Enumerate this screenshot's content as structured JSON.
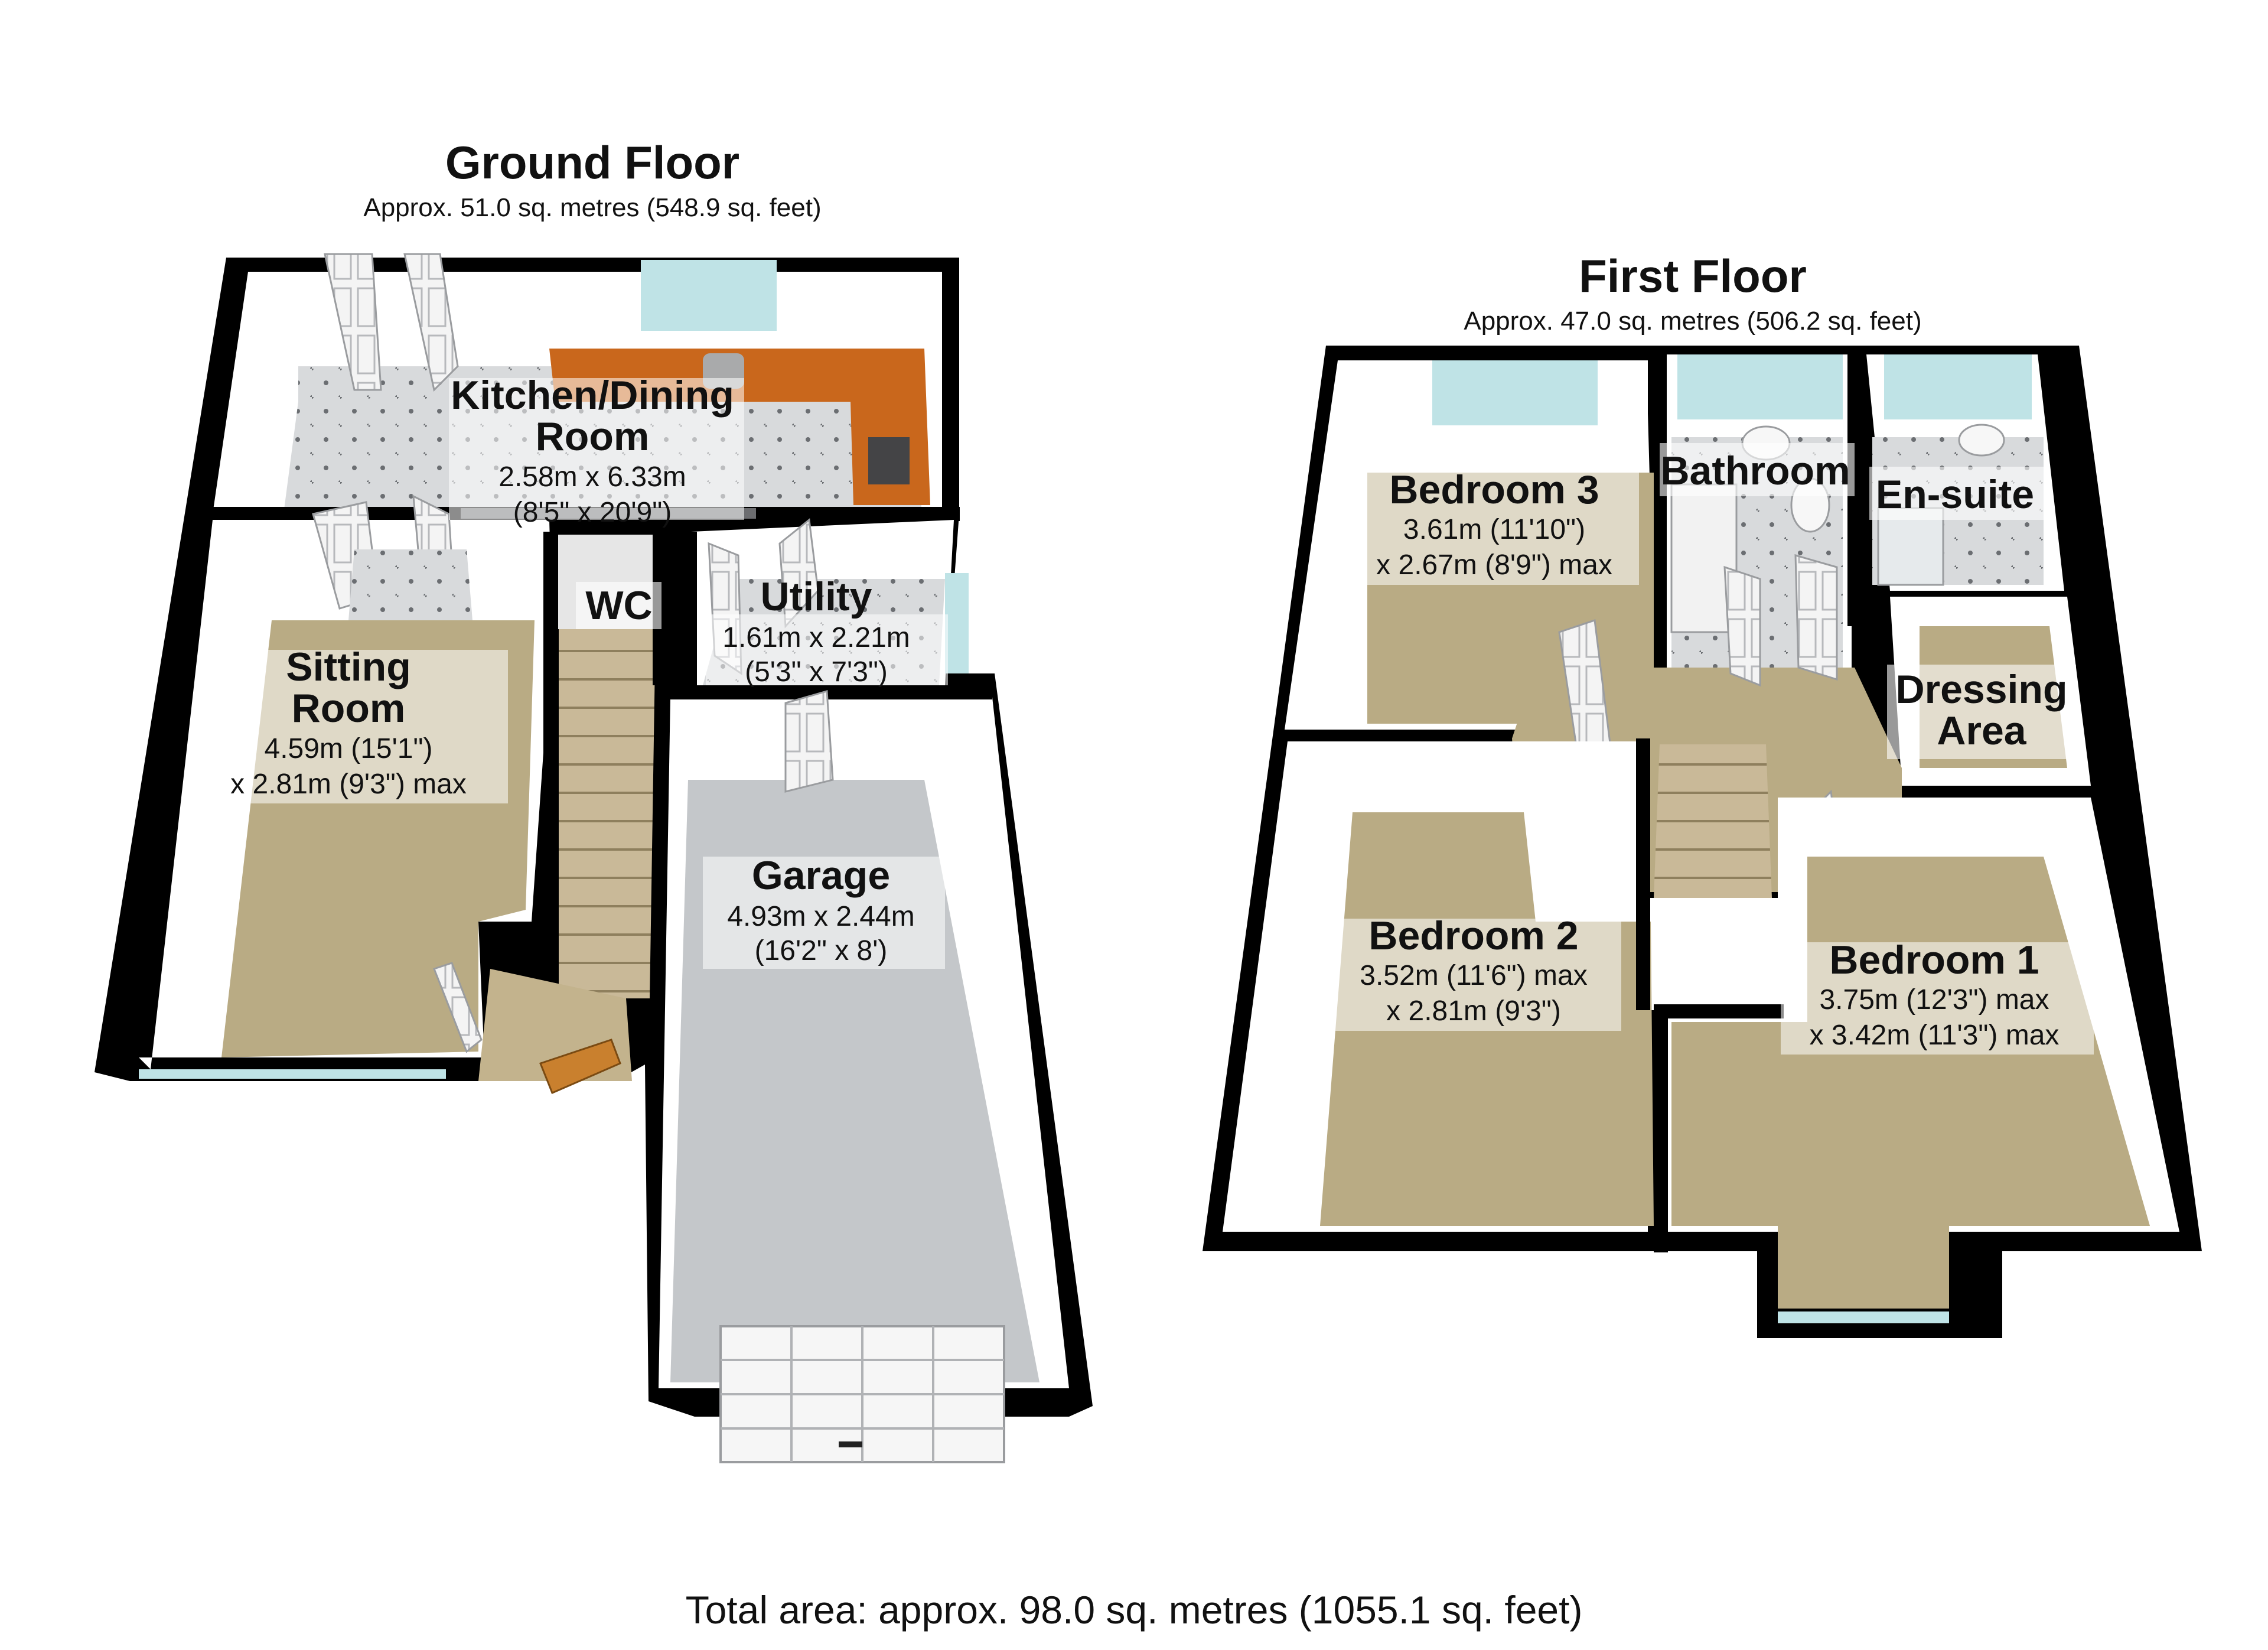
{
  "ground_floor": {
    "title": "Ground Floor",
    "area": "Approx. 51.0 sq. metres (548.9 sq. feet)",
    "rooms": {
      "kitchen": {
        "name1": "Kitchen/Dining",
        "name2": "Room",
        "dim1": "2.58m x 6.33m",
        "dim2": "(8'5\" x 20'9\")"
      },
      "sitting": {
        "name1": "Sitting",
        "name2": "Room",
        "dim1": "4.59m (15'1\")",
        "dim2": "x 2.81m (9'3\") max"
      },
      "wc": {
        "name": "WC"
      },
      "utility": {
        "name": "Utility",
        "dim1": "1.61m x 2.21m",
        "dim2": "(5'3\" x 7'3\")"
      },
      "garage": {
        "name": "Garage",
        "dim1": "4.93m x 2.44m",
        "dim2": "(16'2\" x 8')"
      }
    }
  },
  "first_floor": {
    "title": "First Floor",
    "area": "Approx. 47.0 sq. metres (506.2 sq. feet)",
    "rooms": {
      "bedroom3": {
        "name": "Bedroom 3",
        "dim1": "3.61m (11'10\")",
        "dim2": "x 2.67m (8'9\") max"
      },
      "bathroom": {
        "name": "Bathroom"
      },
      "ensuite": {
        "name": "En-suite"
      },
      "dressing": {
        "name1": "Dressing",
        "name2": "Area"
      },
      "bedroom2": {
        "name": "Bedroom 2",
        "dim1": "3.52m (11'6\") max",
        "dim2": "x 2.81m (9'3\")"
      },
      "bedroom1": {
        "name": "Bedroom 1",
        "dim1": "3.75m (12'3\") max",
        "dim2": "x 3.42m (11'3\") max"
      }
    }
  },
  "total_area": "Total area: approx. 98.0 sq. metres (1055.1 sq. feet)",
  "colors": {
    "wall": "#000000",
    "carpet": "#b9ab84",
    "tile": "#d8dadc",
    "garage_floor": "#c4c7ca",
    "kitchen_worktop": "#c9671c",
    "window": "#bfe3e6",
    "wall_face": "#ffffff"
  }
}
